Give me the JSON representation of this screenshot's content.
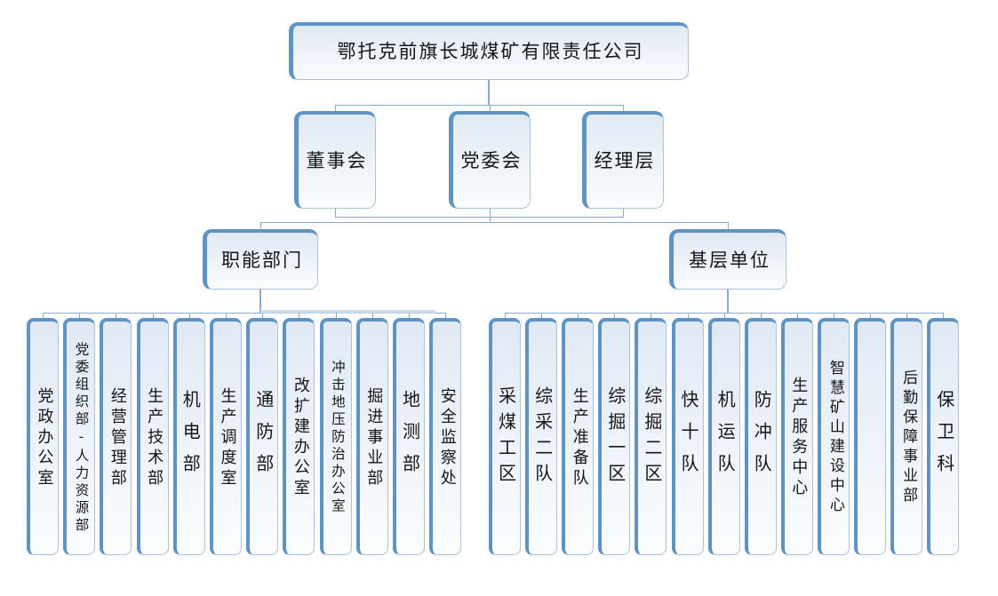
{
  "diagram": {
    "title": "鄂托克前旗长城煤矿有限责任公司",
    "governance": [
      {
        "label": "董事会"
      },
      {
        "label": "党委会"
      },
      {
        "label": "经理层"
      }
    ],
    "branches": [
      {
        "label": "职能部门",
        "children": [
          "党政办公室",
          "党委组织部-人力资源部",
          "经营管理部",
          "生产技术部",
          "机电部",
          "生产调度室",
          "通防部",
          "改扩建办公室",
          "冲击地压防治办公室",
          "掘进事业部",
          "地测部",
          "安全监察处"
        ]
      },
      {
        "label": "基层单位",
        "children": [
          "采煤工区",
          "综采二队",
          "生产准备队",
          "综掘一区",
          "综掘二区",
          "快十队",
          "机运队",
          "防冲队",
          "生产服务中心",
          "智慧矿山建设中心",
          "",
          "后勤保障事业部",
          "保卫科"
        ]
      }
    ],
    "colors": {
      "accent": "#5e93c3",
      "border_light": "#a9c4dd",
      "fill_top": "#e0e9f4",
      "fill_bottom": "#fbfdfe",
      "line": "#8ca9c9",
      "line_soft": "#c3d7e9",
      "text": "#161616",
      "background": "#ffffff"
    }
  }
}
